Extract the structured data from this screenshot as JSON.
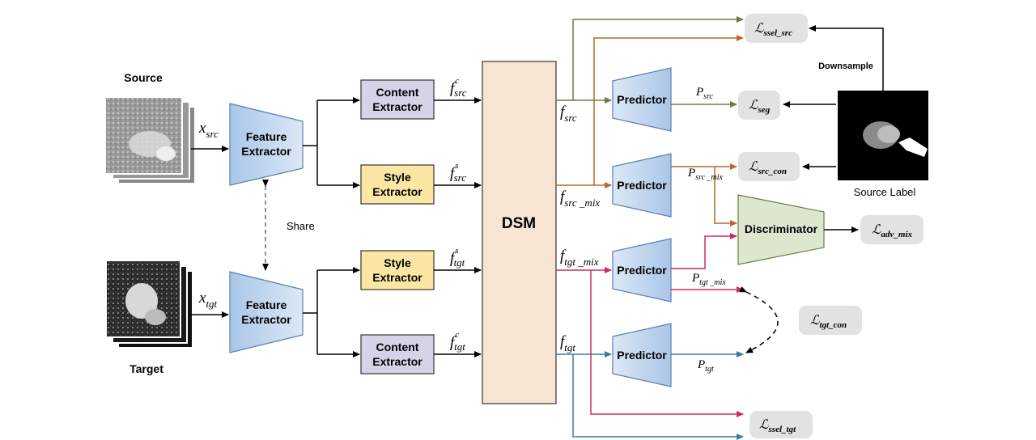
{
  "inputs": {
    "source_label": "Source",
    "target_label": "Target",
    "x_src": {
      "base": "x",
      "sub": "src"
    },
    "x_tgt": {
      "base": "x",
      "sub": "tgt"
    }
  },
  "blocks": {
    "feature_extractor_line1": "Feature",
    "feature_extractor_line2": "Extractor",
    "content_extractor_line1": "Content",
    "content_extractor_line2": "Extractor",
    "style_extractor_line1": "Style",
    "style_extractor_line2": "Extractor",
    "dsm": "DSM",
    "predictor": "Predictor",
    "discriminator": "Discriminator",
    "share": "Share",
    "downsample": "Downsample",
    "source_label_caption": "Source Label"
  },
  "features": {
    "f_src_c": {
      "base": "f",
      "sub": "src",
      "sup": "c"
    },
    "f_src_s": {
      "base": "f",
      "sub": "src",
      "sup": "s"
    },
    "f_tgt_s": {
      "base": "f",
      "sub": "tgt",
      "sup": "s"
    },
    "f_tgt_c": {
      "base": "f",
      "sub": "tgt",
      "sup": "c"
    },
    "f_src": {
      "base": "f",
      "sub": "src"
    },
    "f_src_mix": {
      "base": "f",
      "sub": "src _mix"
    },
    "f_tgt_mix": {
      "base": "f",
      "sub": "tgt _mix"
    },
    "f_tgt": {
      "base": "f",
      "sub": "tgt"
    }
  },
  "predictions": {
    "p_src": {
      "base": "P",
      "sub": "src"
    },
    "p_src_mix": {
      "base": "P",
      "sub": "src _mix"
    },
    "p_tgt_mix": {
      "base": "P",
      "sub": "tgt _mix"
    },
    "p_tgt": {
      "base": "P",
      "sub": "tgt"
    }
  },
  "losses": {
    "ssel_src": {
      "base": "ℒ",
      "sub": "ssel_src"
    },
    "seg": {
      "base": "ℒ",
      "sub": "seg"
    },
    "src_con": {
      "base": "ℒ",
      "sub": "src_con"
    },
    "adv_mix": {
      "base": "ℒ",
      "sub": "adv_mix"
    },
    "tgt_con": {
      "base": "ℒ",
      "sub": "tgt_con"
    },
    "ssel_tgt": {
      "base": "ℒ",
      "sub": "ssel_tgt"
    }
  },
  "colors": {
    "feature_extractor_fill": "#bdd3ec",
    "content_fill": "#d6d2e8",
    "style_fill": "#fbe7a3",
    "dsm_fill": "#f8e4d3",
    "predictor_fill": "#c3d6ee",
    "discriminator_fill": "#dde7cf",
    "loss_fill": "#e2e2e2",
    "green_arrow": "#6b7d3b",
    "orange_arrow": "#b46a2a",
    "pink_arrow": "#cc2a6b",
    "blue_arrow": "#3a7aa6"
  }
}
